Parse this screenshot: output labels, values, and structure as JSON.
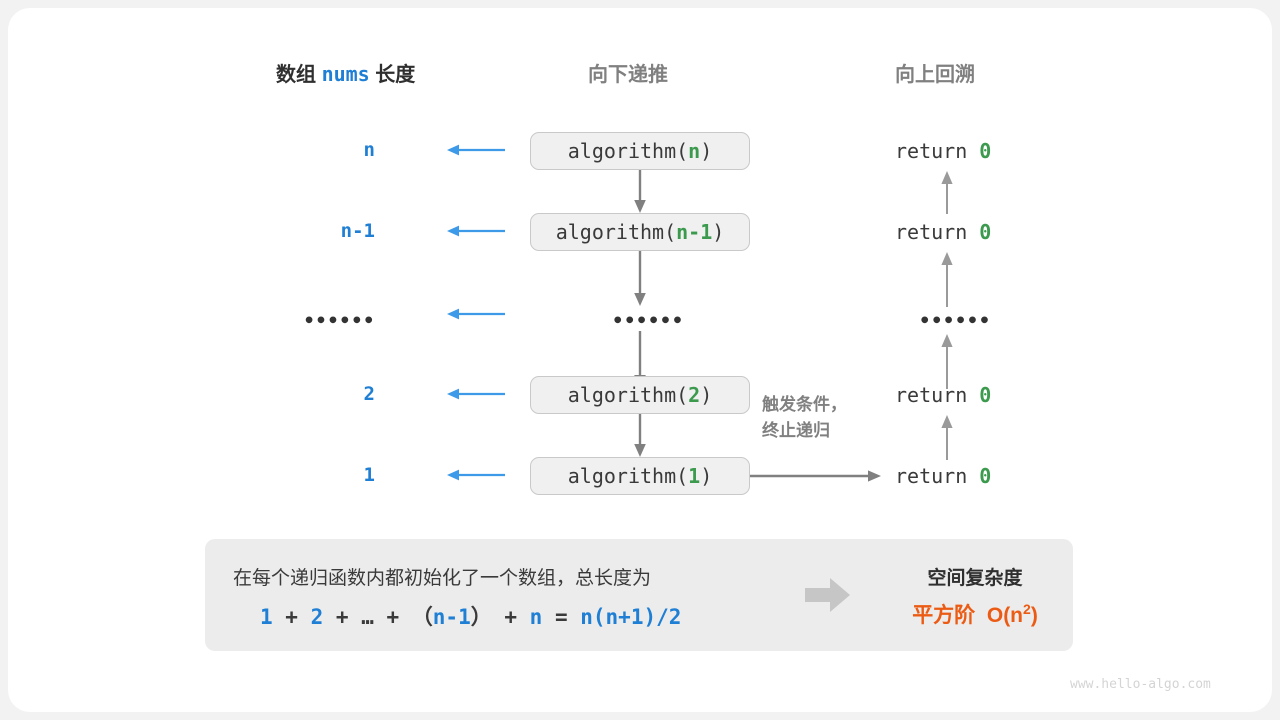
{
  "headers": {
    "left_prefix": "数组",
    "left_code": "nums",
    "left_suffix": "长度",
    "middle": "向下递推",
    "right": "向上回溯"
  },
  "colors": {
    "blue": "#1f7fd4",
    "green": "#3c9a4e",
    "orange": "#ec5b13",
    "gray": "#808080",
    "box_fill": "#f0f0f0",
    "box_border": "#c9c9c9",
    "summary_fill": "#ececec",
    "arrow_blue": "#3d9ae8",
    "arrow_gray": "#808080"
  },
  "rows": [
    {
      "length": "n",
      "call_prefix": "algorithm(",
      "call_arg": "n",
      "call_suffix": ")",
      "ret_text": "return ",
      "ret_value": "0",
      "is_dots": false
    },
    {
      "length": "n-1",
      "call_prefix": "algorithm(",
      "call_arg": "n-1",
      "call_suffix": ")",
      "ret_text": "return ",
      "ret_value": "0",
      "is_dots": false
    },
    {
      "length": "••••••",
      "call_prefix": "",
      "call_arg": "••••••",
      "call_suffix": "",
      "ret_text": "",
      "ret_value": "••••••",
      "is_dots": true
    },
    {
      "length": "2",
      "call_prefix": "algorithm(",
      "call_arg": "2",
      "call_suffix": ")",
      "ret_text": "return ",
      "ret_value": "0",
      "is_dots": false
    },
    {
      "length": "1",
      "call_prefix": "algorithm(",
      "call_arg": "1",
      "call_suffix": ")",
      "ret_text": "return ",
      "ret_value": "0",
      "is_dots": false
    }
  ],
  "annotation": {
    "line1": "触发条件，",
    "line2": "终止递归"
  },
  "summary": {
    "description": "在每个递归函数内都初始化了一个数组，总长度为",
    "formula_parts": [
      "1",
      " + ",
      "2",
      " + ",
      "…",
      " + ",
      "（",
      "n-1",
      "）",
      " + ",
      "n",
      " = ",
      "n(n+1)/2"
    ],
    "formula_plain": "1 + 2 + … + （n-1）+ n = n(n+1)/2",
    "title": "空间复杂度",
    "complexity_label": "平方阶",
    "complexity_big_o": "O(n",
    "complexity_exp": "2",
    "complexity_close": ")"
  },
  "watermark": "www.hello-algo.com"
}
